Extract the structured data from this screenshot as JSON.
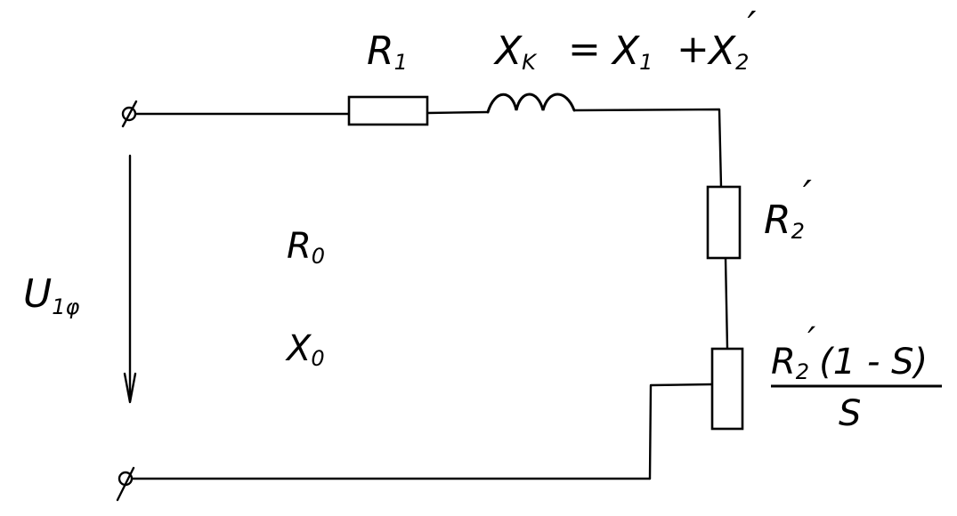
{
  "labels": {
    "r1": "R",
    "r1_sub": "1",
    "xk": "X",
    "xk_sub": "K",
    "eq": "=",
    "x1": "X",
    "x1_sub": "1",
    "plus": "+",
    "x2": "X",
    "x2_sub": "2",
    "prime": "′",
    "r2": "R",
    "r2_sub": "2",
    "r0": "R",
    "r0_sub": "0",
    "x0": "X",
    "x0_sub": "0",
    "u": "U",
    "u_sub": "1φ",
    "load_num": "R",
    "load_num_sub": "2",
    "load_num_tail": "(1 - S)",
    "load_den": "S"
  }
}
